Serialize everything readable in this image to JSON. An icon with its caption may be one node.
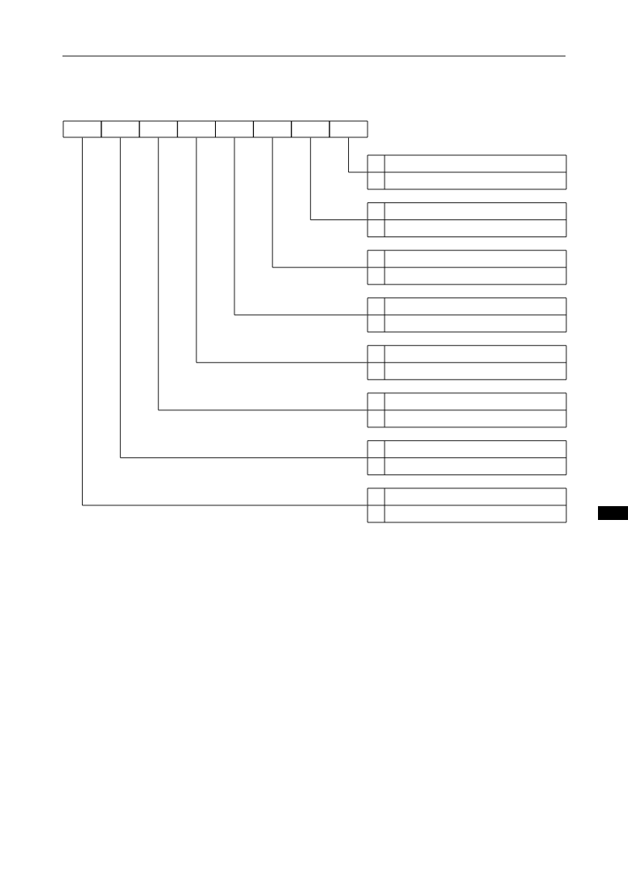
{
  "diagram": {
    "nodes": [
      {
        "text": [],
        "shape": "box"
      },
      {
        "text": [],
        "shape": "box"
      },
      {
        "text": [],
        "shape": "box"
      },
      {
        "text": [],
        "shape": "box"
      },
      {
        "text": [],
        "shape": "box"
      },
      {
        "text": [],
        "shape": "box"
      },
      {
        "text": [],
        "shape": "box"
      },
      {
        "text": [],
        "shape": "box"
      },
      {
        "text": [],
        "shape": "box"
      },
      {
        "text": [],
        "shape": "box"
      },
      {
        "text": [],
        "shape": "box"
      },
      {
        "text": [],
        "shape": "box"
      },
      {
        "text": [],
        "shape": "box"
      },
      {
        "text": [],
        "shape": "box"
      },
      {
        "text": [],
        "shape": "box"
      },
      {
        "text": [],
        "shape": "box"
      }
    ],
    "edges": [
      {
        "from": 7,
        "to": 8,
        "arrow": "none"
      },
      {
        "from": 6,
        "to": 9,
        "arrow": "none"
      },
      {
        "from": 5,
        "to": 10,
        "arrow": "none"
      },
      {
        "from": 4,
        "to": 11,
        "arrow": "none"
      },
      {
        "from": 3,
        "to": 12,
        "arrow": "none"
      },
      {
        "from": 2,
        "to": 13,
        "arrow": "none"
      },
      {
        "from": 1,
        "to": 14,
        "arrow": "none"
      },
      {
        "from": 0,
        "to": 15,
        "arrow": "none"
      }
    ]
  }
}
